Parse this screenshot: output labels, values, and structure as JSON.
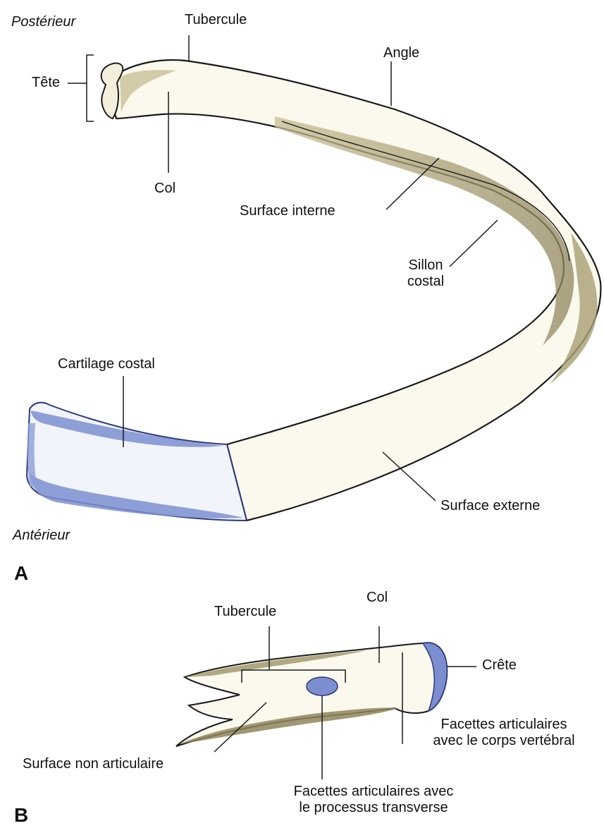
{
  "panel_a": {
    "letter": "A",
    "orientation": {
      "posterior": "Postérieur",
      "anterior": "Antérieur"
    },
    "labels": {
      "tubercule": "Tubercule",
      "angle": "Angle",
      "tete": "Tête",
      "col": "Col",
      "surface_interne": "Surface interne",
      "sillon_line1": "Sillon",
      "sillon_line2": "costal",
      "cartilage": "Cartilage costal",
      "surface_externe": "Surface externe"
    }
  },
  "panel_b": {
    "letter": "B",
    "labels": {
      "tubercule": "Tubercule",
      "col": "Col",
      "crete": "Crête",
      "facettes_corps_line1": "Facettes articulaires",
      "facettes_corps_line2": "avec le corps vertébral",
      "surface_non_art": "Surface non articulaire",
      "facettes_proc_line1": "Facettes articulaires avec",
      "facettes_proc_line2": "le processus transverse"
    }
  },
  "colors": {
    "bone_fill": "#fbf9ee",
    "bone_shade": "#b8ad82",
    "cartilage_blue": "#7c8ed0",
    "outline": "#1a1a1a"
  }
}
